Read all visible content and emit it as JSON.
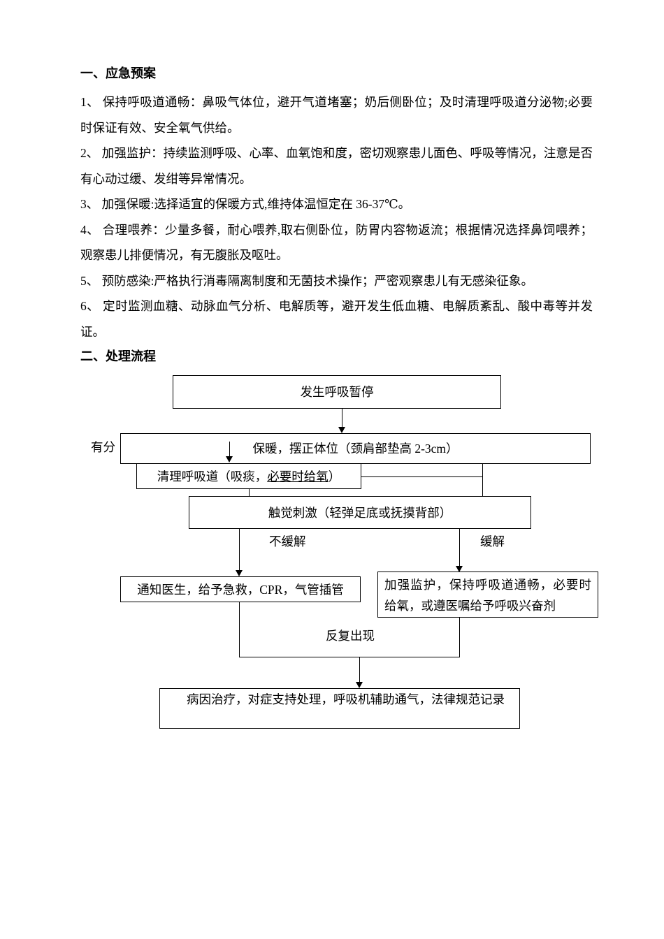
{
  "doc": {
    "section1_title": "一、应急预案",
    "items": [
      "1、 保持呼吸道通畅：鼻吸气体位，避开气道堵塞；奶后侧卧位；及时清理呼吸道分泌物;必要时保证有效、安全氧气供给。",
      "2、 加强监护：持续监测呼吸、心率、血氧饱和度，密切观察患儿面色、呼吸等情况，注意是否有心动过缓、发绀等异常情况。",
      "3、 加强保暖:选择适宜的保暖方式,维持体温恒定在 36-37℃。",
      "4、 合理喂养：少量多餐，耐心喂养,取右侧卧位，防胃内容物返流；根据情况选择鼻饲喂养；观察患儿排便情况，有无腹胀及呕吐。",
      "5、 预防感染:严格执行消毒隔离制度和无菌技术操作；严密观察患儿有无感染征象。",
      "6、 定时监测血糖、动脉血气分析、电解质等，避开发生低血糖、电解质紊乱、酸中毒等并发证。"
    ],
    "section2_title": "二、处理流程"
  },
  "flowchart": {
    "box_apnea": "发生呼吸暂停",
    "box_warm": "保暖，摆正体位（颈肩部垫高 2-3cm）",
    "label_secretion": "有分",
    "box_clear": {
      "pre": "清理呼吸道（吸痰，",
      "underlined": "必要时给氧",
      "post": "）"
    },
    "box_stimulate": "触觉刺激（轻弹足底或抚摸背部）",
    "label_no_relief": "不缓解",
    "label_relief": "缓解",
    "box_notify": "通知医生，给予急救，CPR，气管插管",
    "box_monitor": "加强监护，保持呼吸道通畅，必要时给氧，或遵医嘱给予呼吸兴奋剂",
    "label_recur": "反复出现",
    "box_treatment": "病因治疗，对症支持处理，呼吸机辅助通气，法律规范记录"
  }
}
